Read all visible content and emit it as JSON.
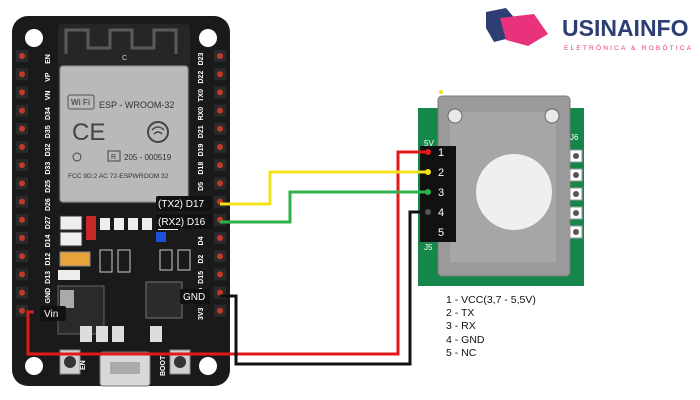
{
  "brand": {
    "name": "USINAINFO",
    "tagline": "ELETRÔNICA & ROBÓTICA",
    "colors": {
      "navy": "#2c3e73",
      "pink": "#e8327c",
      "gray": "#9aa3b5"
    }
  },
  "board": {
    "module_line1": "ESP - WROOM-32",
    "module_line2": "205 - 000519",
    "module_line3": "FCC 9D:2 AC 72-ESPWROOM 32",
    "module_c": "C",
    "r_mark": "R",
    "left_pins": [
      "EN",
      "VP",
      "VN",
      "D34",
      "D35",
      "D32",
      "D33",
      "D25",
      "D26",
      "D27",
      "D14",
      "D12",
      "D13",
      "GND",
      "Vin"
    ],
    "right_pins": [
      "D23",
      "D22",
      "TX0",
      "RX0",
      "D21",
      "D19",
      "D18",
      "D5",
      "D17",
      "D16",
      "D4",
      "D2",
      "D15",
      "GND",
      "3V3"
    ],
    "label_tx2": "(TX2) D17",
    "label_rx2": "(RX2) D16",
    "label_gnd": "GND",
    "label_vin": "Vin",
    "btn_en": "EN",
    "btn_boot": "BOOT"
  },
  "sensor": {
    "label_5v": "5V",
    "label_j6": "J6",
    "label_j5": "J5",
    "pins": [
      "1",
      "2",
      "3",
      "4",
      "5"
    ]
  },
  "pin_legend": [
    "1 - VCC(3,7 - 5,5V)",
    "2 - TX",
    "3 - RX",
    "4 - GND",
    "5 - NC"
  ],
  "wire_colors": {
    "vcc": "#e0191b",
    "tx": "#f2e21c",
    "rx": "#2fb24a",
    "gnd": "#111111"
  }
}
